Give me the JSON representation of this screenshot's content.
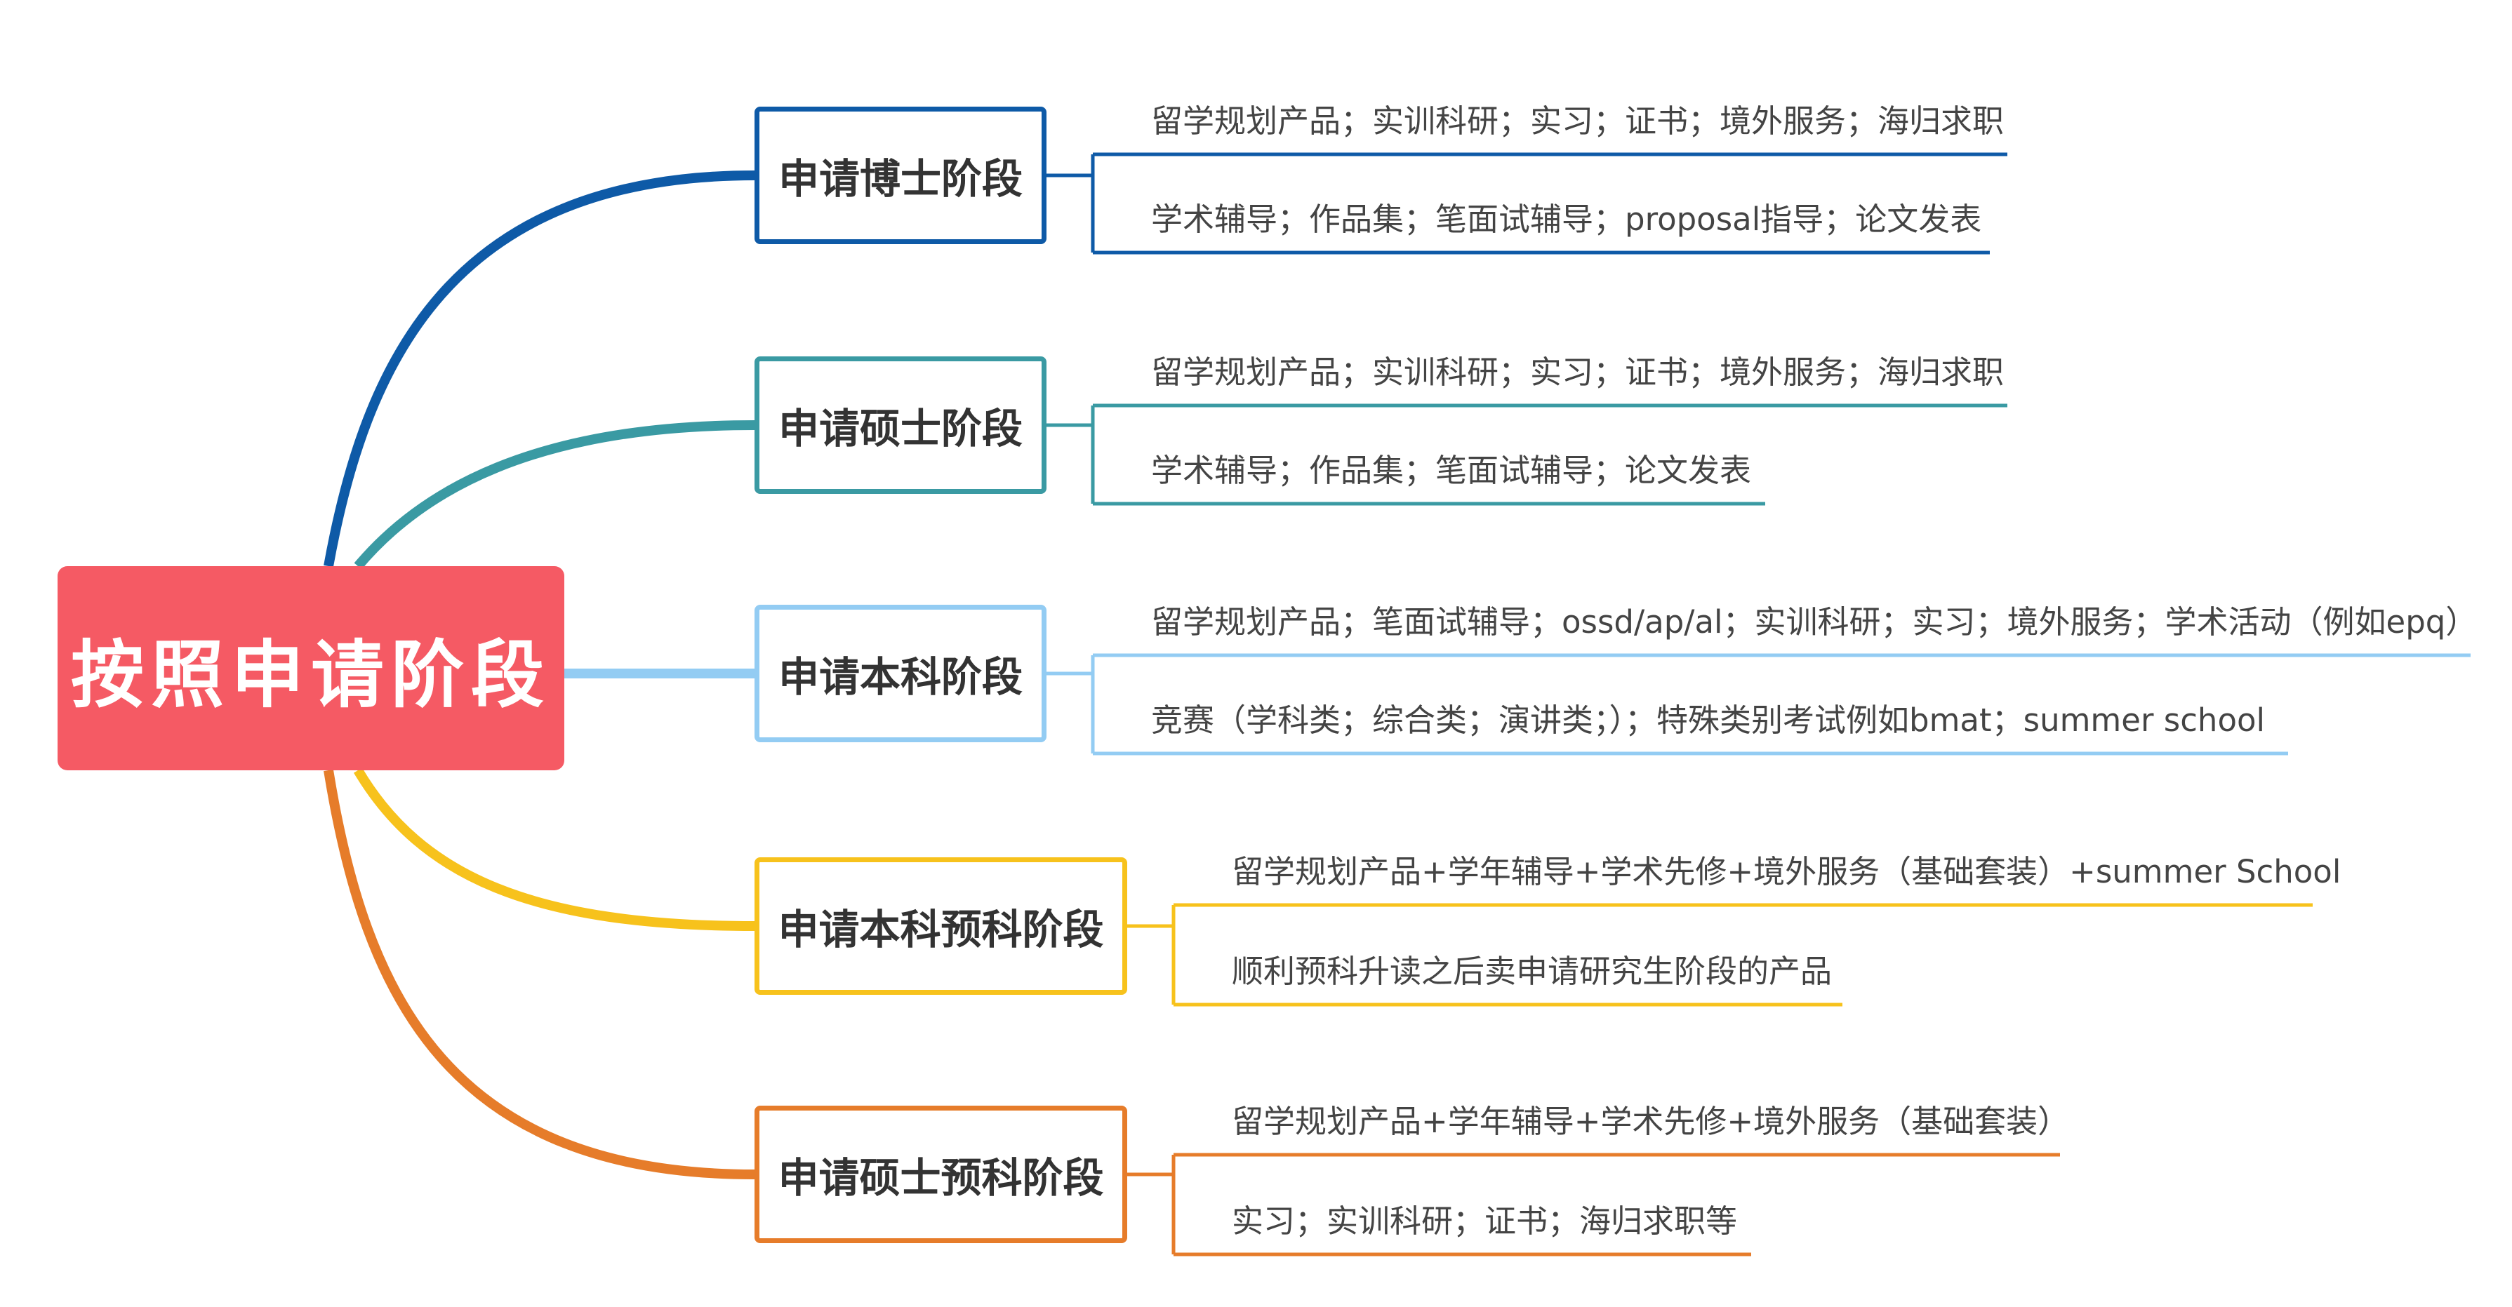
{
  "root": {
    "label": "按照申请阶段",
    "color": "#f55a64"
  },
  "branches": [
    {
      "label": "申请博士阶段",
      "color": "#0e5aa7",
      "items": [
        "留学规划产品；实训科研；实习；证书；境外服务；海归求职",
        "学术辅导；作品集；笔面试辅导；proposal指导；论文发表"
      ]
    },
    {
      "label": "申请硕士阶段",
      "color": "#3a9aa3",
      "items": [
        "留学规划产品；实训科研；实习；证书；境外服务；海归求职",
        "学术辅导；作品集；笔面试辅导；论文发表"
      ]
    },
    {
      "label": "申请本科阶段",
      "color": "#93ccf3",
      "items": [
        "留学规划产品；笔面试辅导；ossd/ap/al；实训科研；实习；境外服务；学术活动（例如epq）",
        "竞赛（学科类；综合类；演讲类；）；特殊类别考试例如bmat；summer school"
      ]
    },
    {
      "label": "申请本科预科阶段",
      "color": "#f7c21c",
      "items": [
        "留学规划产品+学年辅导+学术先修+境外服务（基础套装）+summer School",
        "顺利预科升读之后卖申请研究生阶段的产品"
      ]
    },
    {
      "label": "申请硕士预科阶段",
      "color": "#e67c2a",
      "items": [
        "留学规划产品+学年辅导+学术先修+境外服务（基础套装）",
        "实习；实训科研；证书；海归求职等"
      ]
    }
  ]
}
